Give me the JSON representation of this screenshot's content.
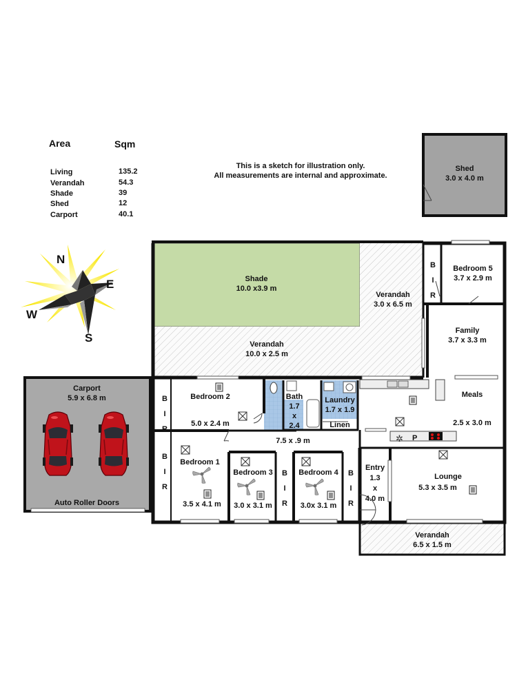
{
  "area_table": {
    "header_area": "Area",
    "header_sqm": "Sqm",
    "rows": [
      {
        "label": "Living",
        "value": "135.2"
      },
      {
        "label": "Verandah",
        "value": "54.3"
      },
      {
        "label": "Shade",
        "value": "39"
      },
      {
        "label": "Shed",
        "value": "12"
      },
      {
        "label": "Carport",
        "value": "40.1"
      }
    ]
  },
  "disclaimer": {
    "line1": "This is a sketch for illustration only.",
    "line2": "All measurements are internal and approximate."
  },
  "compass": {
    "n": "N",
    "e": "E",
    "s": "S",
    "w": "W"
  },
  "rooms": {
    "shed": {
      "name": "Shed",
      "dims": "3.0 x 4.0 m"
    },
    "shade": {
      "name": "Shade",
      "dims": "10.0 x3.9 m"
    },
    "verandah_side": {
      "name": "Verandah",
      "dims": "3.0 x 6.5 m"
    },
    "verandah_main": {
      "name": "Verandah",
      "dims": "10.0 x 2.5 m"
    },
    "bedroom5": {
      "name": "Bedroom 5",
      "dims": "3.7 x 2.9 m"
    },
    "family": {
      "name": "Family",
      "dims": "3.7 x 3.3 m"
    },
    "carport": {
      "name": "Carport",
      "dims": "5.9 x 6.8 m",
      "doors": "Auto Roller Doors"
    },
    "bedroom2": {
      "name": "Bedroom 2",
      "dims": "5.0 x 2.4 m"
    },
    "bath": {
      "name": "Bath",
      "d1": "1.7",
      "x": "x",
      "d2": "2.4"
    },
    "laundry": {
      "name": "Laundry",
      "dims": "1.7 x 1.9"
    },
    "linen": {
      "name": "Linen"
    },
    "meals": {
      "name": "Meals",
      "dims": "2.5 x 3.0 m"
    },
    "hall": {
      "dims": "7.5 x .9 m"
    },
    "bedroom1": {
      "name": "Bedroom 1",
      "dims": "3.5 x 4.1 m"
    },
    "bedroom3": {
      "name": "Bedroom 3",
      "dims": "3.0 x 3.1 m"
    },
    "bedroom4": {
      "name": "Bedroom 4",
      "dims": "3.0x 3.1 m"
    },
    "entry": {
      "name": "Entry",
      "d1": "1.3",
      "x": "x",
      "d2": "4.0 m"
    },
    "lounge": {
      "name": "Lounge",
      "dims": "5.3 x 3.5 m"
    },
    "verandah_front": {
      "name": "Verandah",
      "dims": "6.5 x 1.5 m"
    }
  },
  "bir_letters": {
    "b": "B",
    "i": "I",
    "r": "R"
  },
  "kitchen": {
    "pantry": "P"
  },
  "colors": {
    "wall": "#111111",
    "shade_fill": "#c5dba7",
    "shed_fill": "#a3a3a3",
    "carport_fill": "#a9a9a9",
    "wet_area_tile": "#a9c7e6",
    "car_red": "#c0131b",
    "compass_glow": "#f7e400"
  }
}
